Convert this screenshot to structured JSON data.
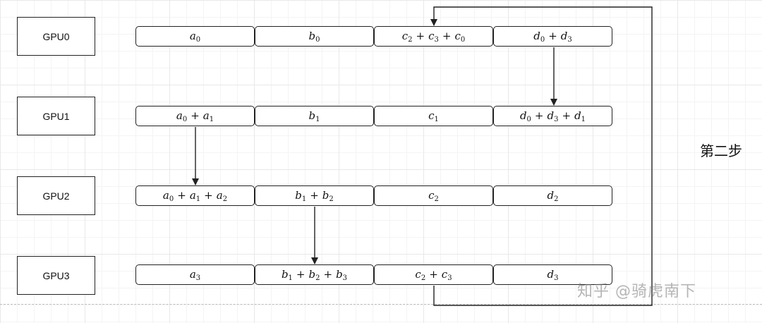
{
  "gpus": [
    {
      "label": "GPU0",
      "cells": [
        [
          {
            "v": "a",
            "s": "0"
          }
        ],
        [
          {
            "v": "b",
            "s": "0"
          }
        ],
        [
          {
            "v": "c",
            "s": "2"
          },
          {
            "v": "c",
            "s": "3"
          },
          {
            "v": "c",
            "s": "0"
          }
        ],
        [
          {
            "v": "d",
            "s": "0"
          },
          {
            "v": "d",
            "s": "3"
          }
        ]
      ]
    },
    {
      "label": "GPU1",
      "cells": [
        [
          {
            "v": "a",
            "s": "0"
          },
          {
            "v": "a",
            "s": "1"
          }
        ],
        [
          {
            "v": "b",
            "s": "1"
          }
        ],
        [
          {
            "v": "c",
            "s": "1"
          }
        ],
        [
          {
            "v": "d",
            "s": "0"
          },
          {
            "v": "d",
            "s": "3"
          },
          {
            "v": "d",
            "s": "1"
          }
        ]
      ]
    },
    {
      "label": "GPU2",
      "cells": [
        [
          {
            "v": "a",
            "s": "0"
          },
          {
            "v": "a",
            "s": "1"
          },
          {
            "v": "a",
            "s": "2"
          }
        ],
        [
          {
            "v": "b",
            "s": "1"
          },
          {
            "v": "b",
            "s": "2"
          }
        ],
        [
          {
            "v": "c",
            "s": "2"
          }
        ],
        [
          {
            "v": "d",
            "s": "2"
          }
        ]
      ]
    },
    {
      "label": "GPU3",
      "cells": [
        [
          {
            "v": "a",
            "s": "3"
          }
        ],
        [
          {
            "v": "b",
            "s": "1"
          },
          {
            "v": "b",
            "s": "2"
          },
          {
            "v": "b",
            "s": "3"
          }
        ],
        [
          {
            "v": "c",
            "s": "2"
          },
          {
            "v": "c",
            "s": "3"
          }
        ],
        [
          {
            "v": "d",
            "s": "3"
          }
        ]
      ]
    }
  ],
  "operator": "+",
  "step_label": "第二步",
  "watermark": "知乎 @骑虎南下",
  "colors": {
    "stroke": "#222222",
    "text": "#111111",
    "grid": "#e8e8e8"
  }
}
